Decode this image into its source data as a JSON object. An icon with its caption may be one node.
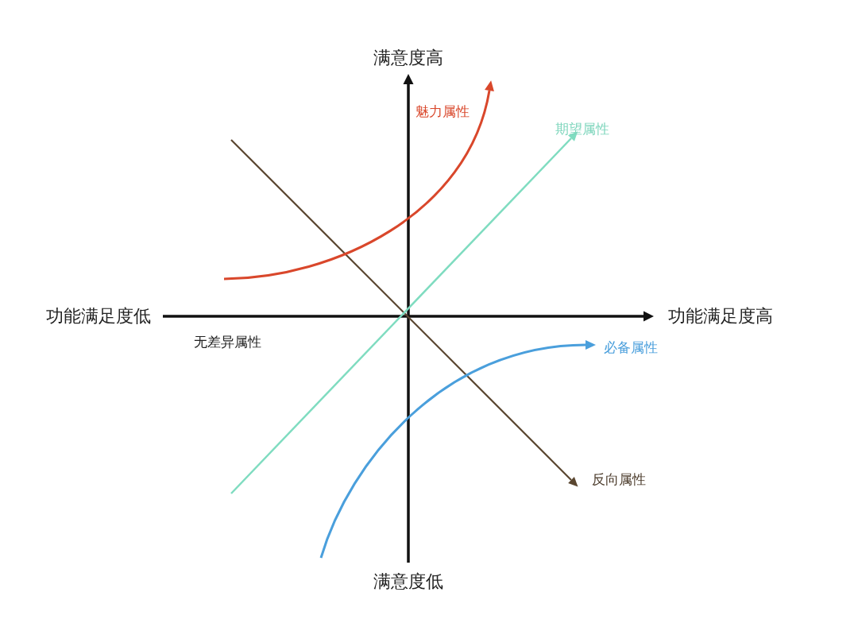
{
  "diagram": {
    "labels": [
      "满意度高",
      "魅力属性",
      "期望属性",
      "功能满足度低",
      "功能满足度高",
      "无差异属性",
      "必备属性",
      "反向属性",
      "满意度低"
    ]
  }
}
